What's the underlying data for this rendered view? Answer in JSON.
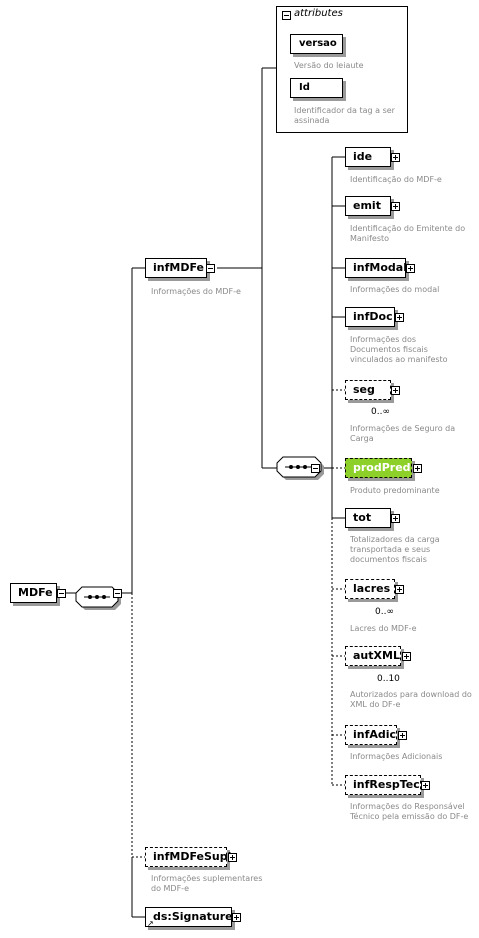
{
  "diagram": {
    "root": {
      "label": "MDFe"
    },
    "attributes": {
      "title": "attributes",
      "items": [
        {
          "label": "versao",
          "desc": "Versão do leiaute"
        },
        {
          "label": "Id",
          "desc": "Identificador da tag a ser assinada"
        }
      ]
    },
    "infMDFe": {
      "label": "infMDFe",
      "desc": "Informações do MDF-e"
    },
    "children": [
      {
        "label": "ide",
        "desc": "Identificação do MDF-e"
      },
      {
        "label": "emit",
        "desc": "Identificação do Emitente do Manifesto"
      },
      {
        "label": "infModal",
        "desc": "Informações do modal"
      },
      {
        "label": "infDoc",
        "desc": "Informações dos Documentos fiscais vinculados ao manifesto"
      },
      {
        "label": "seg",
        "mult": "0..∞",
        "desc": "Informações de Seguro da Carga"
      },
      {
        "label": "prodPred",
        "desc": "Produto predominante"
      },
      {
        "label": "tot",
        "desc": "Totalizadores da carga transportada e seus documentos fiscais"
      },
      {
        "label": "lacres",
        "mult": "0..∞",
        "desc": "Lacres do MDF-e"
      },
      {
        "label": "autXML",
        "mult": "0..10",
        "desc": "Autorizados para download do XML do DF-e"
      },
      {
        "label": "infAdic",
        "desc": "Informações Adicionais"
      },
      {
        "label": "infRespTec",
        "desc": "Informações do Responsável Técnico pela emissão do DF-e"
      }
    ],
    "infMDFeSupl": {
      "label": "infMDFeSupl",
      "desc": "Informações suplementares do MDF-e"
    },
    "signature": {
      "label": "ds:Signature"
    }
  }
}
